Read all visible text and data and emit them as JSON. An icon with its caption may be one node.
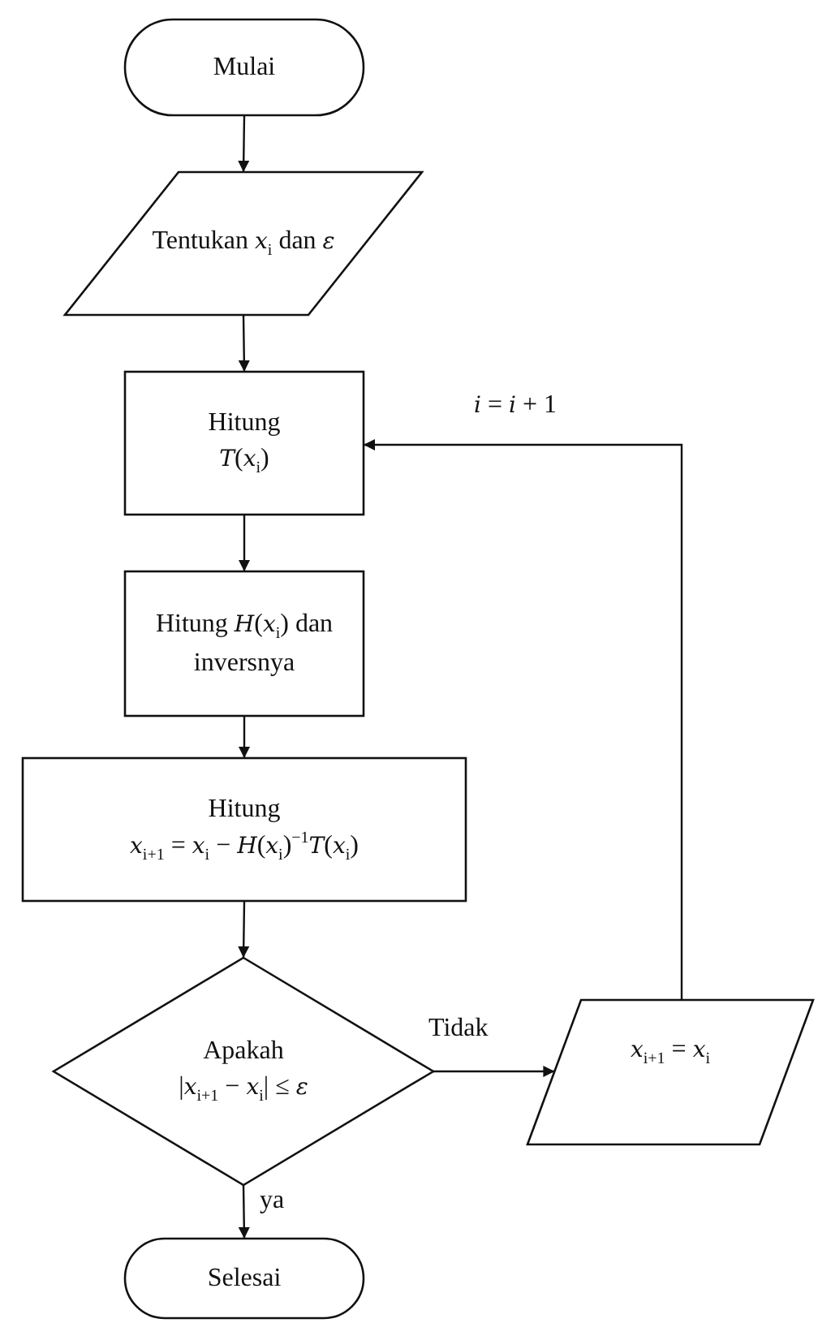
{
  "diagram": {
    "nodes": [
      {
        "text": [
          "Mulai"
        ]
      },
      {
        "text": [
          "Tentukan *x*$_{i}$ dan *ε*"
        ]
      },
      {
        "text": [
          "Hitung",
          "*T*(*x*$_{i}$)"
        ]
      },
      {
        "text": [
          "Hitung *H*(*x*$_{i}$) dan inversnya"
        ]
      },
      {
        "text": [
          "Hitung",
          "*x*$_{i+1}$ = *x*$_{i}$ − *H*(*x*$_{i}$)$^{−1}$*T*(*x*$_{i}$)"
        ]
      },
      {
        "text": [
          "Apakah",
          "|*x*$_{i+1}$ − *x*$_{i}$| ≤ *ε*"
        ]
      },
      {
        "text": [
          "*x*$_{i+1}$ = *x*$_{i}$"
        ]
      },
      {
        "text": [
          "Selesai"
        ]
      }
    ],
    "edges": [
      {
        "from": 0,
        "to": 1,
        "arrow": "to"
      },
      {
        "from": 1,
        "to": 2,
        "arrow": "to"
      },
      {
        "from": 2,
        "to": 3,
        "arrow": "to"
      },
      {
        "from": 3,
        "to": 4,
        "arrow": "to"
      },
      {
        "from": 4,
        "to": 5,
        "arrow": "to"
      },
      {
        "from": 5,
        "to": 6,
        "arrow": "to",
        "label": "Tidak"
      },
      {
        "from": 6,
        "to": 2,
        "arrow": "to",
        "label": "*i* = *i* + 1"
      },
      {
        "from": 5,
        "to": 7,
        "arrow": "to",
        "label": "ya"
      }
    ]
  }
}
